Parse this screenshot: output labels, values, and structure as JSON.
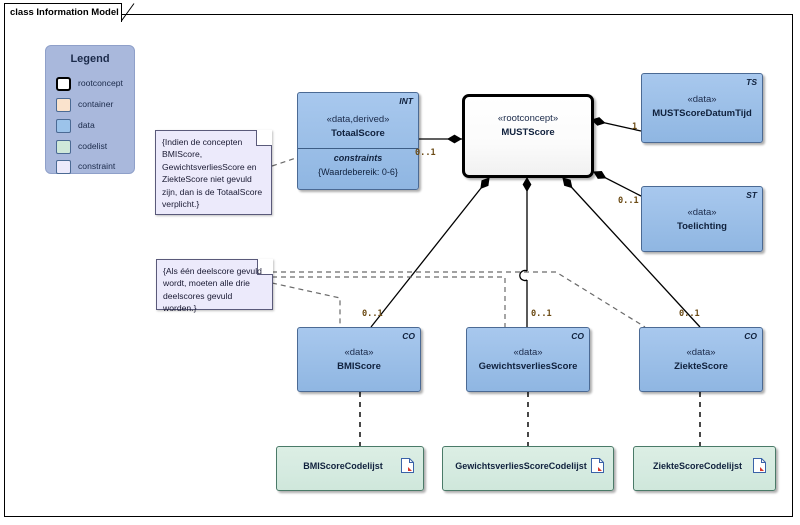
{
  "diagram": {
    "title": "class Information Model",
    "canvas_bg": "#ffffff",
    "frame_border": "#000000"
  },
  "legend": {
    "title": "Legend",
    "items": [
      {
        "label": "rootconcept",
        "color": "#ffffff",
        "border": "#000000",
        "thick": true
      },
      {
        "label": "container",
        "color": "#fae3cd",
        "border": "#4b6a94",
        "thick": false
      },
      {
        "label": "data",
        "color": "#9cc3ea",
        "border": "#4b6a94",
        "thick": false
      },
      {
        "label": "codelist",
        "color": "#cfe8d9",
        "border": "#4b6a94",
        "thick": false
      },
      {
        "label": "constraint",
        "color": "#eceafb",
        "border": "#4b6a94",
        "thick": false
      }
    ]
  },
  "notes": [
    {
      "id": "note-totaalscore",
      "text": "{Indien de concepten BMIScore, GewichtsverliesScore en ZiekteScore niet gevuld zijn, dan is de TotaalScore verplicht.}"
    },
    {
      "id": "note-deelscore",
      "text": "{Als één deelscore gevuld wordt, moeten alle drie deelscores gevuld worden.}"
    }
  ],
  "classes": {
    "totaalscore": {
      "stereotype": "«data,derived»",
      "name": "TotaalScore",
      "corner": "INT",
      "compartment_title": "constraints",
      "compartment_value": "{Waardebereik: 0-6}"
    },
    "mustscore": {
      "stereotype": "«rootconcept»",
      "name": "MUSTScore",
      "corner": ""
    },
    "mustscoredatumtijd": {
      "stereotype": "«data»",
      "name": "MUSTScoreDatumTijd",
      "corner": "TS"
    },
    "toelichting": {
      "stereotype": "«data»",
      "name": "Toelichting",
      "corner": "ST"
    },
    "bmiscore": {
      "stereotype": "«data»",
      "name": "BMIScore",
      "corner": "CO"
    },
    "gewichtsverliesscore": {
      "stereotype": "«data»",
      "name": "GewichtsverliesScore",
      "corner": "CO"
    },
    "ziektescore": {
      "stereotype": "«data»",
      "name": "ZiekteScore",
      "corner": "CO"
    },
    "bmiscorecodelijst": {
      "name": "BMIScoreCodelijst",
      "icon": "document-icon"
    },
    "gewichtsverliesscorecodelijst": {
      "name": "GewichtsverliesScoreCodelijst",
      "icon": "document-icon"
    },
    "ziektescorecodelijst": {
      "name": "ZiekteScoreCodelijst",
      "icon": "document-icon"
    }
  },
  "multiplicities": {
    "totaalscore": "0..1",
    "datumtijd": "1",
    "toelichting": "0..1",
    "bmiscore": "0..1",
    "gewichtsverliesscore": "0..1",
    "ziektescore": "0..1"
  },
  "colors": {
    "data_fill": "#9cc3ea",
    "data_border": "#4b6a94",
    "codelist_fill": "#d6ebe1",
    "codelist_border": "#4a7a68",
    "note_fill": "#eceafb",
    "note_border": "#5a5a7a",
    "legend_fill": "#a9b8dc",
    "connector": "#000000",
    "multiplicity_text": "#6b4a14"
  }
}
